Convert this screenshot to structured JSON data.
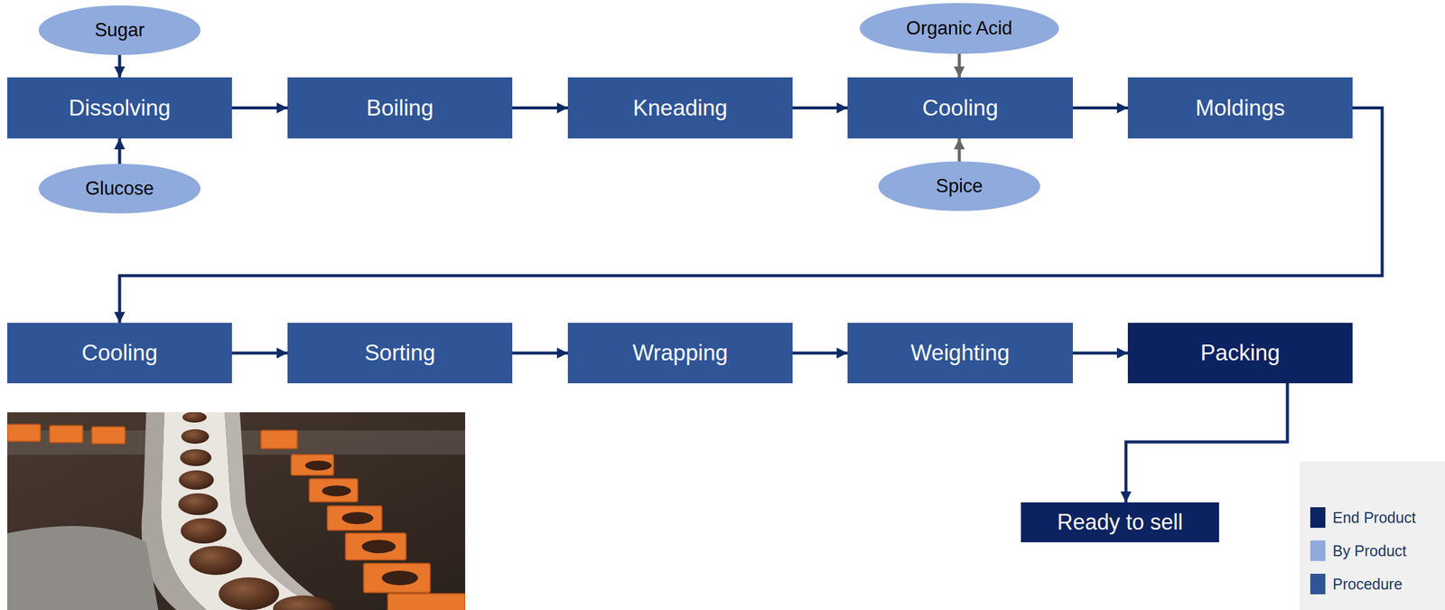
{
  "diagram": {
    "nodes": [
      {
        "text": [
          "Sugar"
        ]
      },
      {
        "text": [
          "Dissolving"
        ]
      },
      {
        "text": [
          "Glucose"
        ]
      },
      {
        "text": [
          "Boiling"
        ]
      },
      {
        "text": [
          "Kneading"
        ]
      },
      {
        "text": [
          "Organic Acid"
        ]
      },
      {
        "text": [
          "Cooling"
        ]
      },
      {
        "text": [
          "Spice"
        ]
      },
      {
        "text": [
          "Moldings"
        ]
      },
      {
        "text": [
          "Cooling"
        ]
      },
      {
        "text": [
          "Sorting"
        ]
      },
      {
        "text": [
          "Wrapping"
        ]
      },
      {
        "text": [
          "Weighting"
        ]
      },
      {
        "text": [
          "Packing"
        ]
      },
      {
        "text": [
          "Ready to sell"
        ]
      }
    ],
    "edges": [
      {
        "from": 0,
        "to": 1,
        "arrow": "to"
      },
      {
        "from": 2,
        "to": 1,
        "arrow": "to"
      },
      {
        "from": 1,
        "to": 3,
        "arrow": "to"
      },
      {
        "from": 3,
        "to": 4,
        "arrow": "to"
      },
      {
        "from": 4,
        "to": 6,
        "arrow": "to"
      },
      {
        "from": 5,
        "to": 6,
        "arrow": "to"
      },
      {
        "from": 7,
        "to": 6,
        "arrow": "to"
      },
      {
        "from": 6,
        "to": 8,
        "arrow": "to"
      },
      {
        "from": 8,
        "to": 9,
        "arrow": "to"
      },
      {
        "from": 9,
        "to": 10,
        "arrow": "to"
      },
      {
        "from": 10,
        "to": 11,
        "arrow": "to"
      },
      {
        "from": 11,
        "to": 12,
        "arrow": "to"
      },
      {
        "from": 12,
        "to": 13,
        "arrow": "to"
      },
      {
        "from": 13,
        "to": 14,
        "arrow": "to"
      }
    ],
    "legend": [
      {
        "text": "End Product",
        "color": "#0c2361"
      },
      {
        "text": "By Product",
        "color": "#8faadc"
      },
      {
        "text": "Procedure",
        "color": "#2f5597"
      }
    ]
  }
}
